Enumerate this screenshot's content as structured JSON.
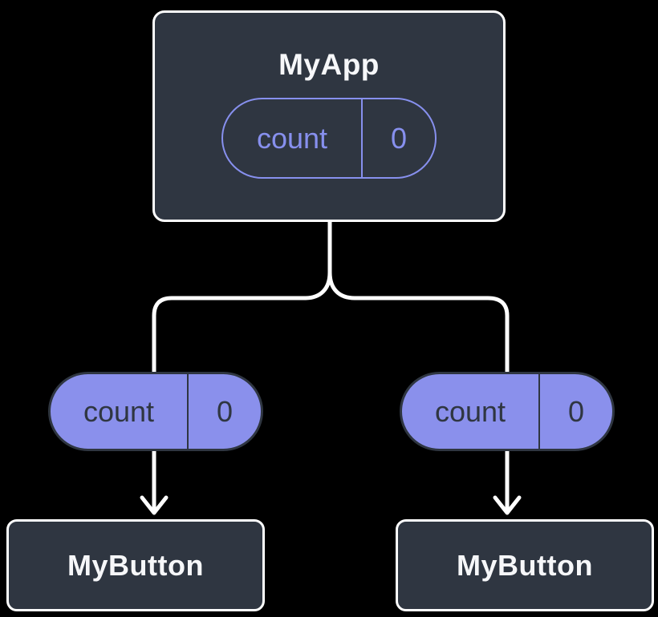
{
  "diagram": {
    "root": {
      "title": "MyApp",
      "pill": {
        "label": "count",
        "value": "0"
      }
    },
    "branches": [
      {
        "pill": {
          "label": "count",
          "value": "0"
        },
        "child": {
          "title": "MyButton"
        }
      },
      {
        "pill": {
          "label": "count",
          "value": "0"
        },
        "child": {
          "title": "MyButton"
        }
      }
    ],
    "colors": {
      "background": "#000000",
      "node_fill": "#2F3641",
      "node_border": "#FFFFFF",
      "node_text": "#F6F7F9",
      "pill_fill": "#8A90EC",
      "pill_dark": "#2F3641",
      "pill_outline": "#8790EE",
      "connector": "#FFFFFF"
    }
  }
}
